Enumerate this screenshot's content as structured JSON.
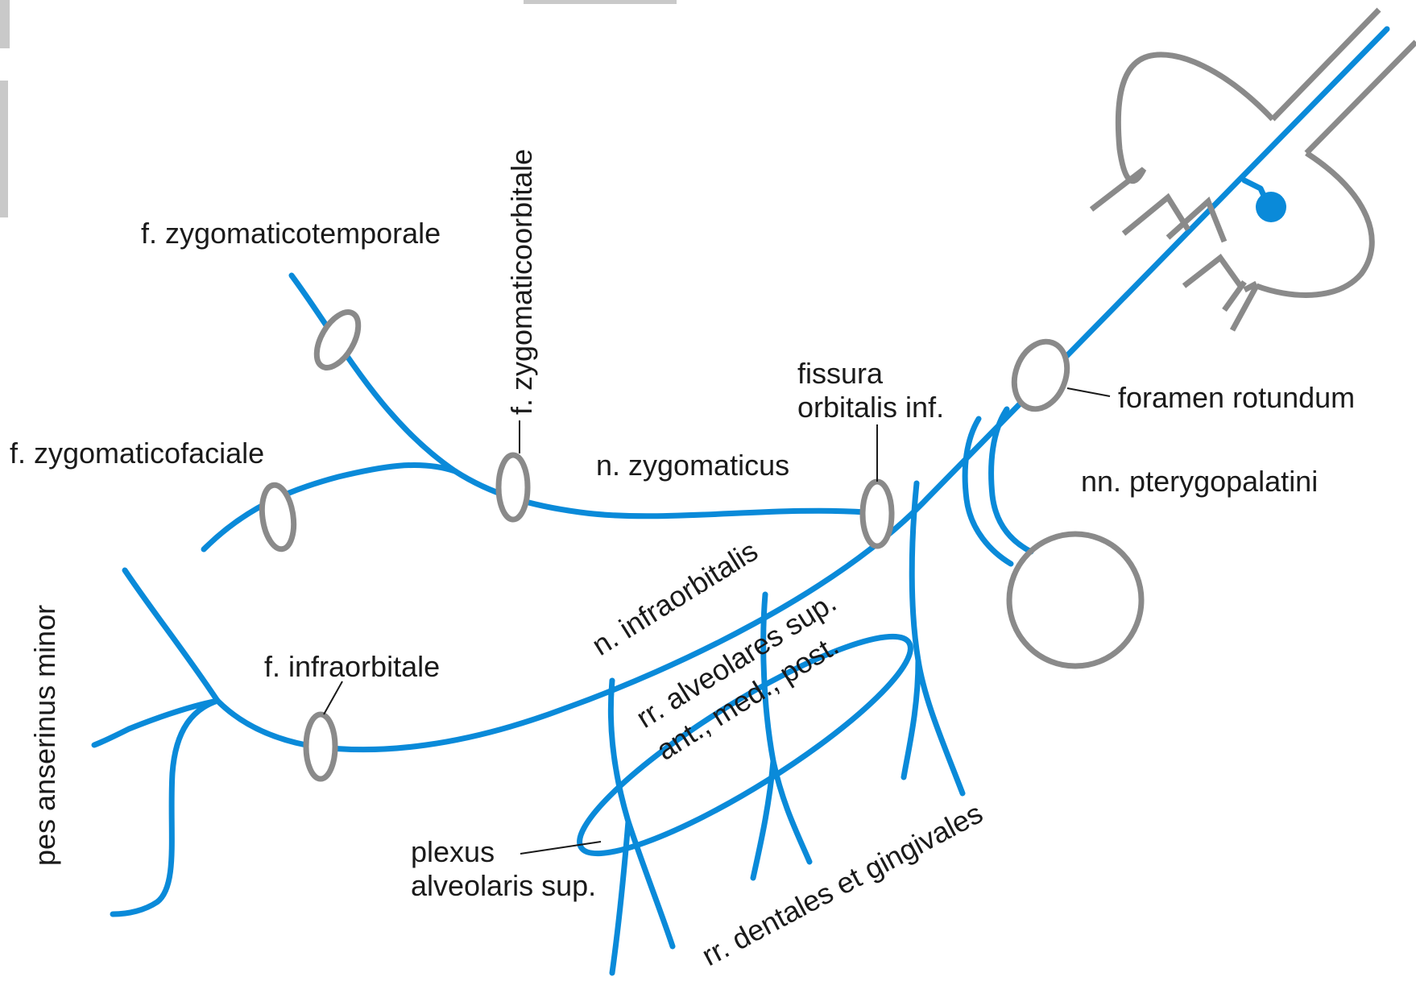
{
  "colors": {
    "nerve": "#0a8ad9",
    "structure": "#8a8a8a",
    "label": "#1a1a1a"
  },
  "labels": {
    "f_zygomaticotemporale": "f. zygomaticotemporale",
    "f_zygomaticoorbitale": "f. zygomaticoorbitale",
    "f_zygomaticofaciale": "f. zygomaticofaciale",
    "n_zygomaticus": "n. zygomaticus",
    "fissura_line1": "fissura",
    "fissura_line2": "orbitalis inf.",
    "foramen_rotundum": "foramen rotundum",
    "nn_pterygopalatini": "nn. pterygopalatini",
    "n_infraorbitalis": "n. infraorbitalis",
    "rr_alveolares_line1": "rr. alveolares sup.",
    "rr_alveolares_line2": "ant., med., post.",
    "f_infraorbitale": "f. infraorbitale",
    "pes_anserinus": "pes anserinus minor",
    "plexus_line1": "plexus",
    "plexus_line2": "alveolaris sup.",
    "rr_dentales": "rr. dentales et gingivales"
  }
}
